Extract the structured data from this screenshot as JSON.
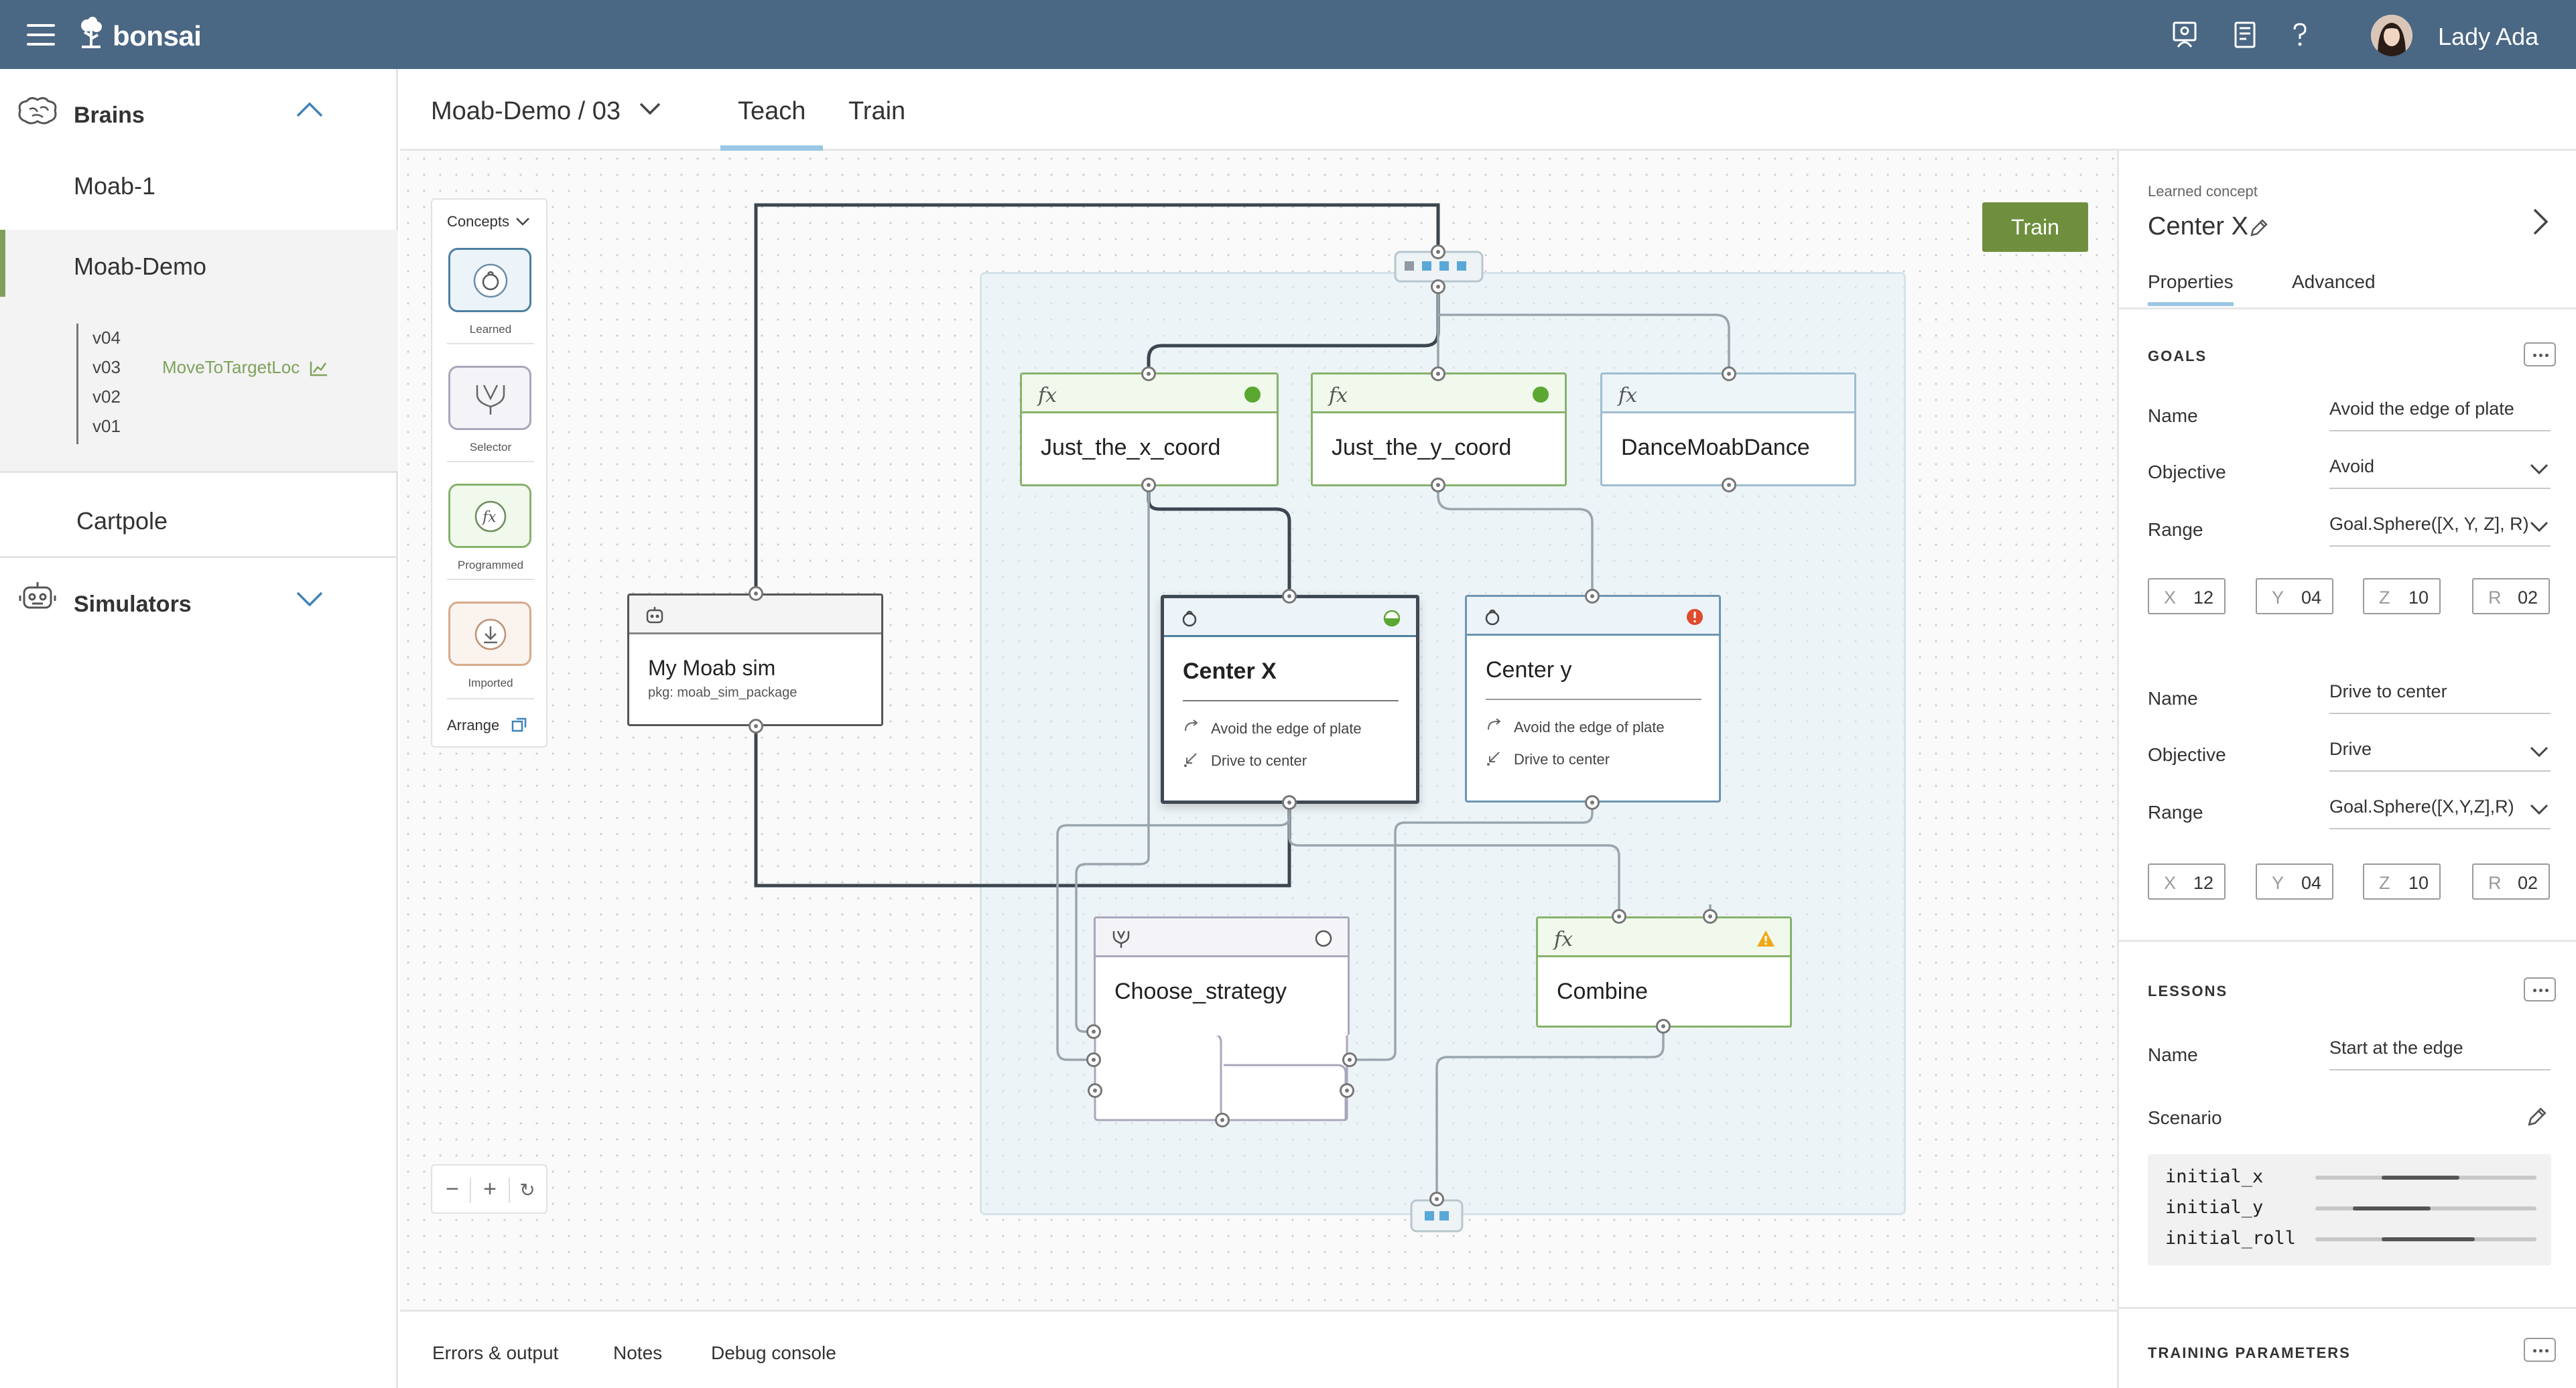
{
  "app": {
    "brand": "bonsai",
    "user_name": "Lady Ada"
  },
  "sidebar": {
    "brains_title": "Brains",
    "brains": [
      {
        "label": "Moab-1"
      },
      {
        "label": "Moab-Demo"
      },
      {
        "label": "Cartpole"
      }
    ],
    "versions": [
      "v04",
      "v03",
      "v02",
      "v01"
    ],
    "version_note": "MoveToTargetLoc",
    "simulators_title": "Simulators"
  },
  "tabs": {
    "breadcrumb": "Moab-Demo / 03",
    "teach": "Teach",
    "train": "Train"
  },
  "palette": {
    "title": "Concepts",
    "items": [
      {
        "label": "Learned"
      },
      {
        "label": "Selector"
      },
      {
        "label": "Programmed"
      },
      {
        "label": "Imported"
      }
    ],
    "arrange": "Arrange"
  },
  "zoom": {
    "out": "−",
    "in": "+",
    "reset": "↻"
  },
  "canvas": {
    "train_button": "Train",
    "nodes": {
      "sim": {
        "title": "My Moab sim",
        "subtitle": "pkg: moab_sim_package"
      },
      "just_x": {
        "title": "Just_the_x_coord"
      },
      "just_y": {
        "title": "Just_the_y_coord"
      },
      "dance": {
        "title": "DanceMoabDance"
      },
      "center_x": {
        "title": "Center X",
        "goals": [
          "Avoid the edge of plate",
          "Drive to center"
        ]
      },
      "center_y": {
        "title": "Center y",
        "goals": [
          "Avoid the edge of plate",
          "Drive to center"
        ]
      },
      "choose": {
        "title": "Choose_strategy"
      },
      "combine": {
        "title": "Combine"
      }
    }
  },
  "bottom": {
    "errors": "Errors & output",
    "notes": "Notes",
    "debug": "Debug console"
  },
  "panel": {
    "kind": "Learned concept",
    "title": "Center X",
    "tabs": {
      "properties": "Properties",
      "advanced": "Advanced"
    },
    "goals_title": "GOALS",
    "labels": {
      "name": "Name",
      "objective": "Objective",
      "range": "Range",
      "scenario": "Scenario"
    },
    "goals": [
      {
        "name": "Avoid the edge of plate",
        "objective": "Avoid",
        "range": "Goal.Sphere([X, Y, Z], R)",
        "coords": [
          {
            "k": "X",
            "v": "12"
          },
          {
            "k": "Y",
            "v": "04"
          },
          {
            "k": "Z",
            "v": "10"
          },
          {
            "k": "R",
            "v": "02"
          }
        ]
      },
      {
        "name": "Drive to center",
        "objective": "Drive",
        "range": "Goal.Sphere([X,Y,Z],R)",
        "coords": [
          {
            "k": "X",
            "v": "12"
          },
          {
            "k": "Y",
            "v": "04"
          },
          {
            "k": "Z",
            "v": "10"
          },
          {
            "k": "R",
            "v": "02"
          }
        ]
      }
    ],
    "lessons_title": "LESSONS",
    "lesson_name": "Start at the edge",
    "scenario": [
      {
        "name": "initial_x",
        "from": 0.3,
        "to": 0.65
      },
      {
        "name": "initial_y",
        "from": 0.17,
        "to": 0.52
      },
      {
        "name": "initial_roll",
        "from": 0.3,
        "to": 0.72
      }
    ],
    "training_title": "TRAINING PARAMETERS"
  },
  "colors": {
    "topbar": "#4a6784",
    "accent_green": "#6f8f3f",
    "tab_underline": "#9cc7e4",
    "learned_blue": "#4d7fa2"
  }
}
